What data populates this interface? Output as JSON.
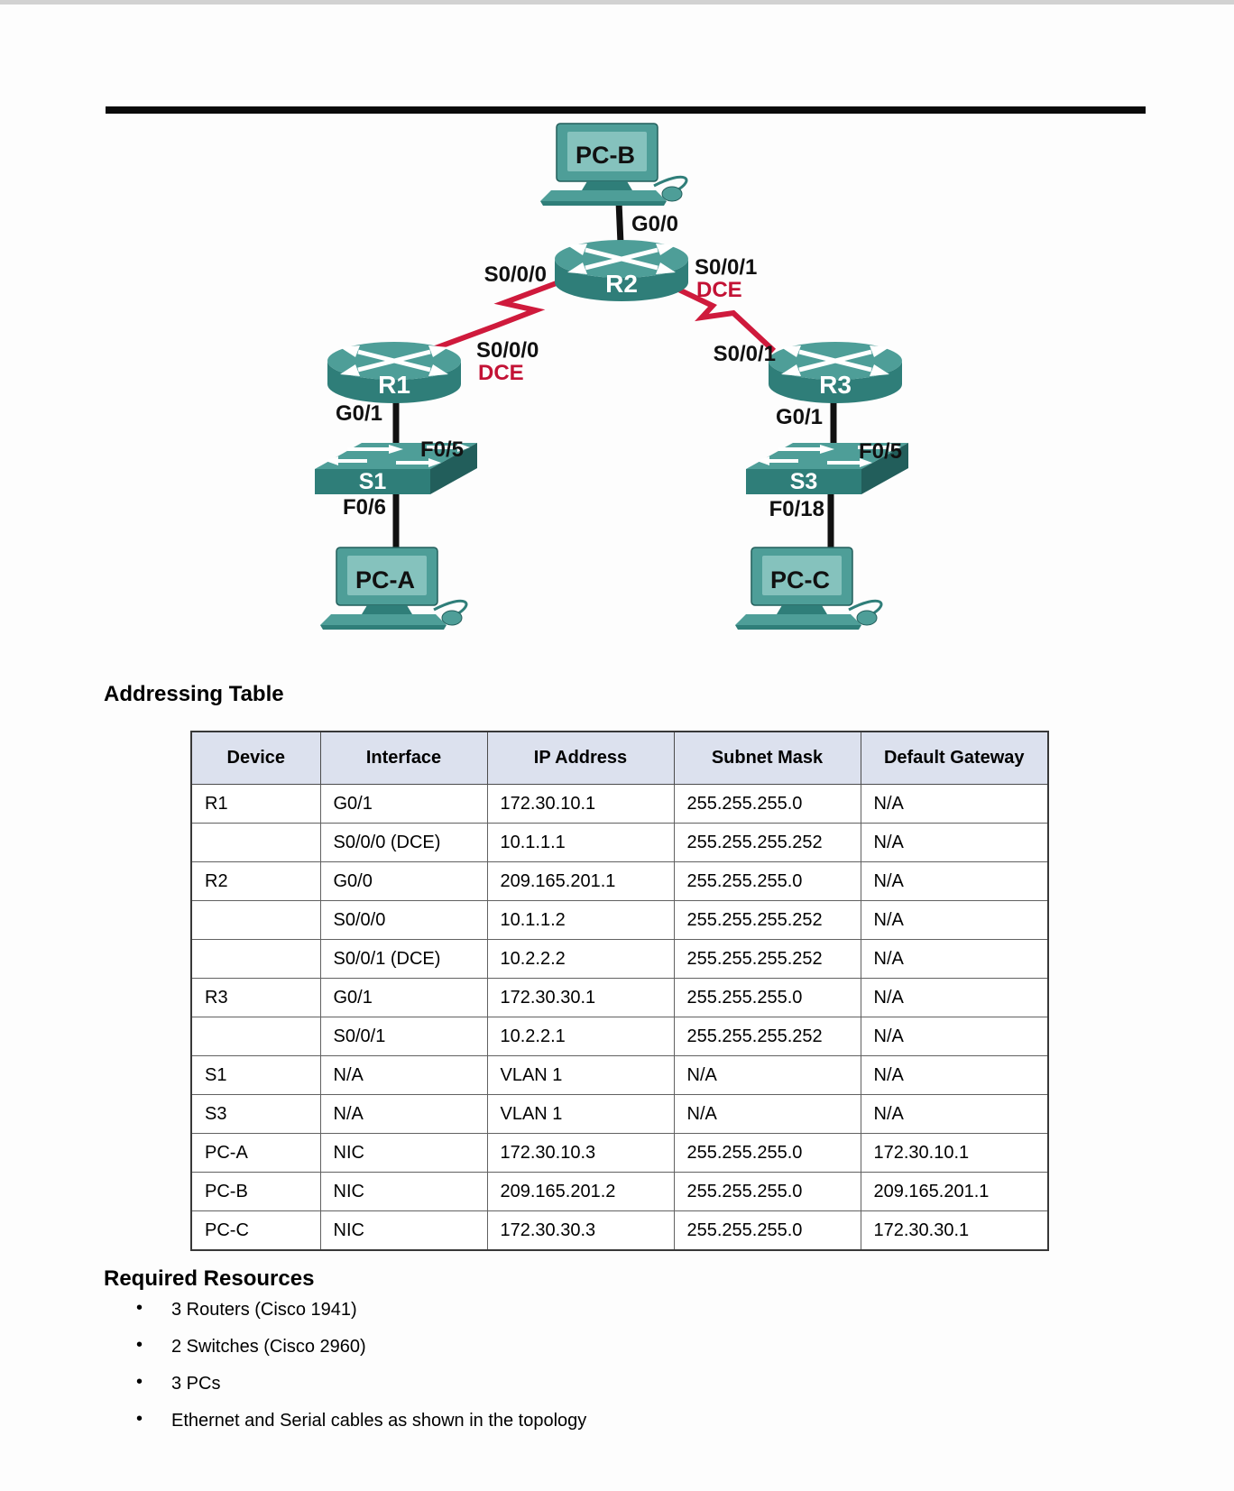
{
  "page": {
    "colors": {
      "teal_top": "#4e9e98",
      "teal_screen": "#85c2bd",
      "teal_front": "#2f7e79",
      "teal_side": "#225e5b",
      "serial_link": "#cf1a3c",
      "dce_text": "#c31235",
      "ethernet_link": "#111111",
      "table_header_bg": "#dce1ee"
    }
  },
  "topology": {
    "devices": {
      "pc_b": {
        "type": "pc",
        "label": "PC-B"
      },
      "r2": {
        "type": "router",
        "label": "R2"
      },
      "r1": {
        "type": "router",
        "label": "R1"
      },
      "r3": {
        "type": "router",
        "label": "R3"
      },
      "s1": {
        "type": "switch",
        "label": "S1"
      },
      "s3": {
        "type": "switch",
        "label": "S3"
      },
      "pc_a": {
        "type": "pc",
        "label": "PC-A"
      },
      "pc_c": {
        "type": "pc",
        "label": "PC-C"
      }
    },
    "ports": {
      "r2_g00": "G0/0",
      "r2_s000": "S0/0/0",
      "r2_s001": "S0/0/1",
      "r2_s001_dce": "DCE",
      "r1_s000": "S0/0/0",
      "r1_s000_dce": "DCE",
      "r3_s001": "S0/0/1",
      "r1_g01": "G0/1",
      "r3_g01": "G0/1",
      "s1_f05": "F0/5",
      "s1_f06": "F0/6",
      "s3_f05": "F0/5",
      "s3_f018": "F0/18"
    }
  },
  "addressing_table": {
    "heading": "Addressing Table",
    "columns": [
      "Device",
      "Interface",
      "IP Address",
      "Subnet Mask",
      "Default Gateway"
    ],
    "rows": [
      [
        "R1",
        "G0/1",
        "172.30.10.1",
        "255.255.255.0",
        "N/A"
      ],
      [
        "",
        "S0/0/0 (DCE)",
        "10.1.1.1",
        "255.255.255.252",
        "N/A"
      ],
      [
        "R2",
        "G0/0",
        "209.165.201.1",
        "255.255.255.0",
        "N/A"
      ],
      [
        "",
        "S0/0/0",
        "10.1.1.2",
        "255.255.255.252",
        "N/A"
      ],
      [
        "",
        "S0/0/1 (DCE)",
        "10.2.2.2",
        "255.255.255.252",
        "N/A"
      ],
      [
        "R3",
        "G0/1",
        "172.30.30.1",
        "255.255.255.0",
        "N/A"
      ],
      [
        "",
        "S0/0/1",
        "10.2.2.1",
        "255.255.255.252",
        "N/A"
      ],
      [
        "S1",
        "N/A",
        "VLAN 1",
        "N/A",
        "N/A"
      ],
      [
        "S3",
        "N/A",
        "VLAN 1",
        "N/A",
        "N/A"
      ],
      [
        "PC-A",
        "NIC",
        "172.30.10.3",
        "255.255.255.0",
        "172.30.10.1"
      ],
      [
        "PC-B",
        "NIC",
        "209.165.201.2",
        "255.255.255.0",
        "209.165.201.1"
      ],
      [
        "PC-C",
        "NIC",
        "172.30.30.3",
        "255.255.255.0",
        "172.30.30.1"
      ]
    ]
  },
  "required_resources": {
    "heading": "Required Resources",
    "items": [
      "3 Routers (Cisco 1941)",
      "2 Switches (Cisco 2960)",
      "3 PCs",
      "Ethernet and Serial cables as shown in the topology"
    ]
  }
}
